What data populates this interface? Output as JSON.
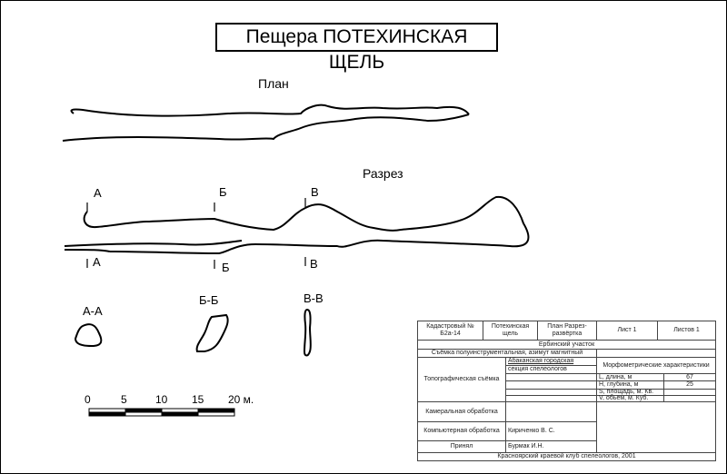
{
  "title": "Пещера ПОТЕХИНСКАЯ ЩЕЛЬ",
  "plan_label": "План",
  "section_label": "Разрез",
  "markers": {
    "a": "А",
    "b": "Б",
    "v": "В"
  },
  "cross_sections": {
    "aa": "А-А",
    "bb": "Б-Б",
    "vv": "В-В"
  },
  "scale": {
    "ticks": [
      "0",
      "5",
      "10",
      "15",
      "20 м."
    ]
  },
  "stamp": {
    "cadastral": "Кадастровый № Б2а-14",
    "cave": "Потехинская щель",
    "plan": "План Разрез-развёртка",
    "sheet": "Лист 1",
    "sheets": "Листов 1",
    "area": "Ербинский участок",
    "survey": "Съёмка полуинструментальная, азимут магнитный",
    "topo": "Топографическая съёмка",
    "org1": "Абаканская городская",
    "org2": "секция спелеологов",
    "morpho": "Морфометрические характеристики",
    "length_label": "L, длина, м",
    "length": "67",
    "depth_label": "H, глубина, м",
    "depth": "25",
    "area_label": "S, площадь, м. Кв.",
    "volume_label": "V, обьём, м. Куб.",
    "cameral": "Камеральная обработка",
    "computer": "Компьютерная обработка",
    "computer_by": "Кириченко В. С.",
    "accepted": "Принял",
    "accepted_by": "Бурмак И.Н.",
    "footer": "Красноярский краевой клуб спелеологов, 2001"
  }
}
